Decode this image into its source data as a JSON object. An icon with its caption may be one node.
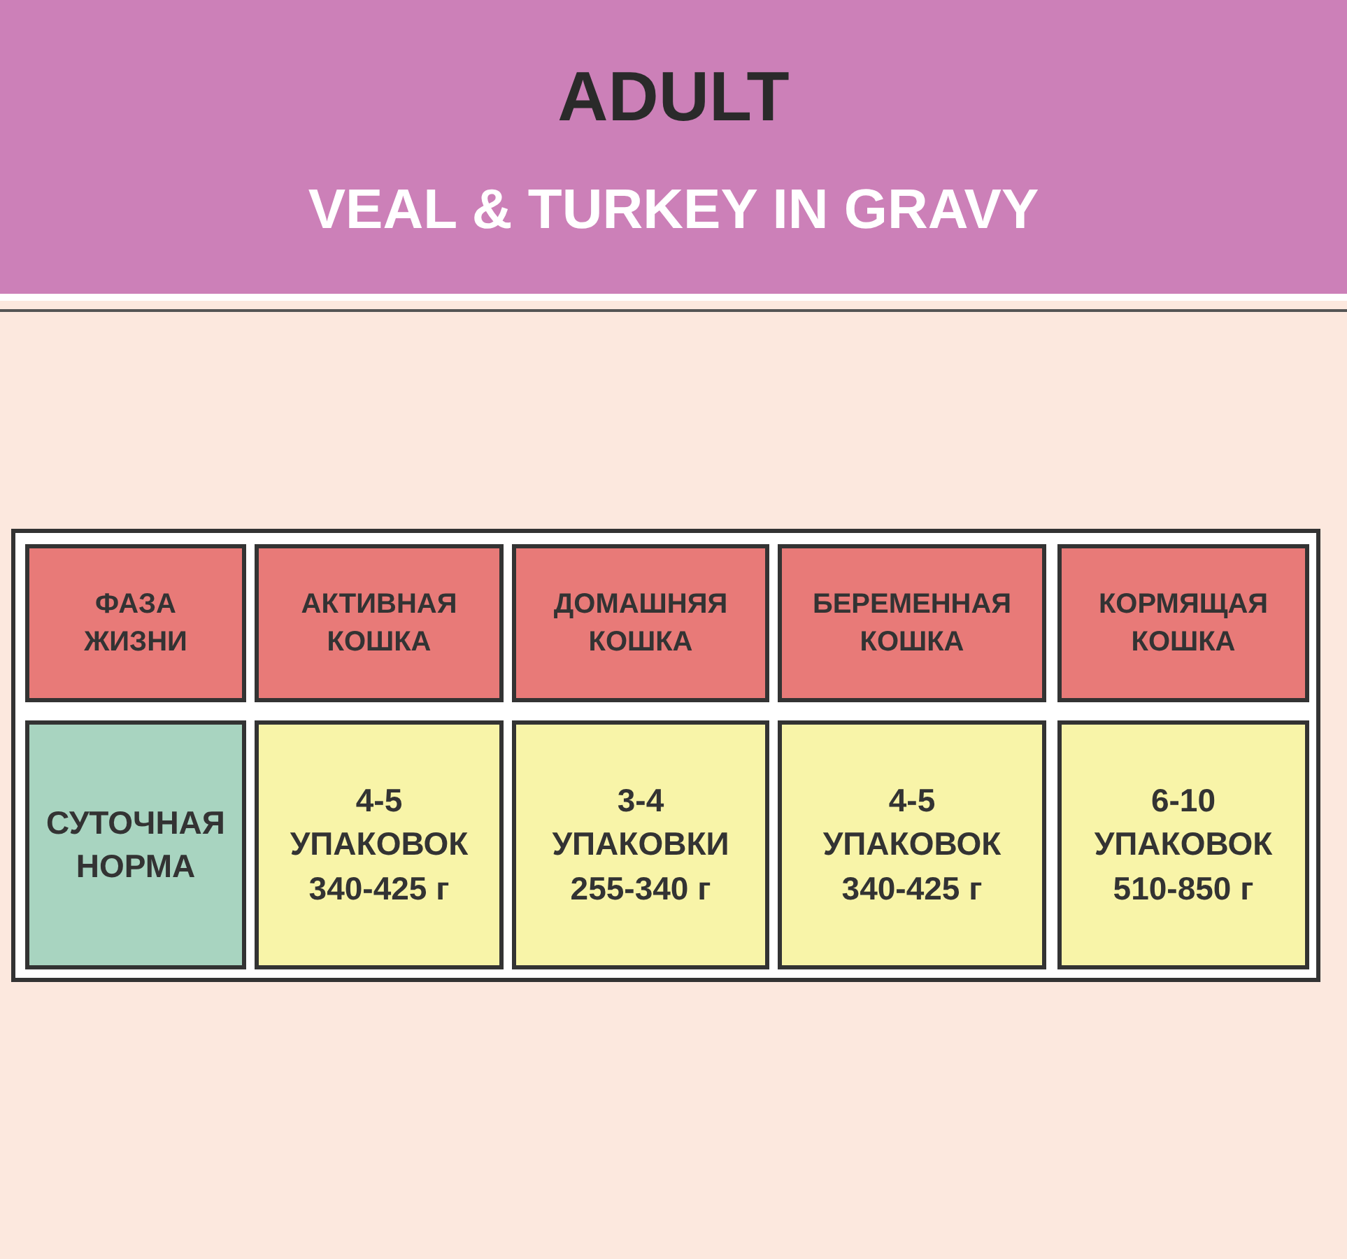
{
  "diagram": {
    "title": "ADULT",
    "labels": [
      "VEAL & TURKEY IN GRAVY",
      "ФАЗА ЖИЗНИ",
      "АКТИВНАЯ КОШКА",
      "ДОМАШНЯЯ КОШКА",
      "БЕРЕМЕННАЯ КОШКА",
      "КОРМЯЩАЯ КОШКА",
      "СУТОЧНАЯ НОРМА",
      "4-5 УПАКОВОК 340-425 г",
      "3-4 УПАКОВКИ 255-340 г",
      "4-5 УПАКОВОК 340-425 г",
      "6-10 УПАКОВОК 510-850 г"
    ]
  }
}
